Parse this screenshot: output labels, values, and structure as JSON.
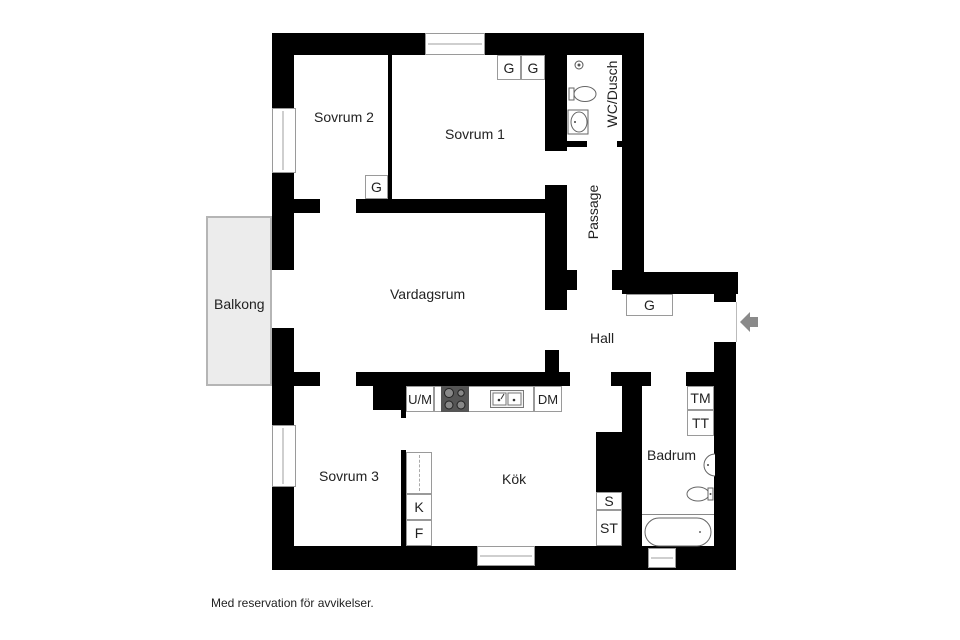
{
  "floorplan": {
    "rooms": [
      {
        "id": "sovrum-2",
        "label": "Sovrum 2"
      },
      {
        "id": "sovrum-1",
        "label": "Sovrum 1"
      },
      {
        "id": "wc-dusch",
        "label": "WC/Dusch"
      },
      {
        "id": "passage",
        "label": "Passage"
      },
      {
        "id": "balkong",
        "label": "Balkong"
      },
      {
        "id": "vardagsrum",
        "label": "Vardagsrum"
      },
      {
        "id": "hall",
        "label": "Hall"
      },
      {
        "id": "sovrum-3",
        "label": "Sovrum 3"
      },
      {
        "id": "kok",
        "label": "Kök"
      },
      {
        "id": "badrum",
        "label": "Badrum"
      }
    ],
    "fixtures": {
      "wardrobe_g1": "G",
      "wardrobe_g2": "G",
      "wardrobe_g3": "G",
      "wardrobe_hall": "G",
      "kitchen_um": "U/M",
      "kitchen_dm": "DM",
      "kitchen_k": "K",
      "kitchen_f": "F",
      "storage_s": "S",
      "storage_st": "ST",
      "laundry_tm": "TM",
      "laundry_tt": "TT"
    },
    "colors": {
      "wall": "#000000",
      "balcony_fill": "#ececec",
      "entrance_arrow": "#8a8a8a"
    }
  },
  "footer": {
    "disclaimer": "Med reservation för avvikelser."
  }
}
